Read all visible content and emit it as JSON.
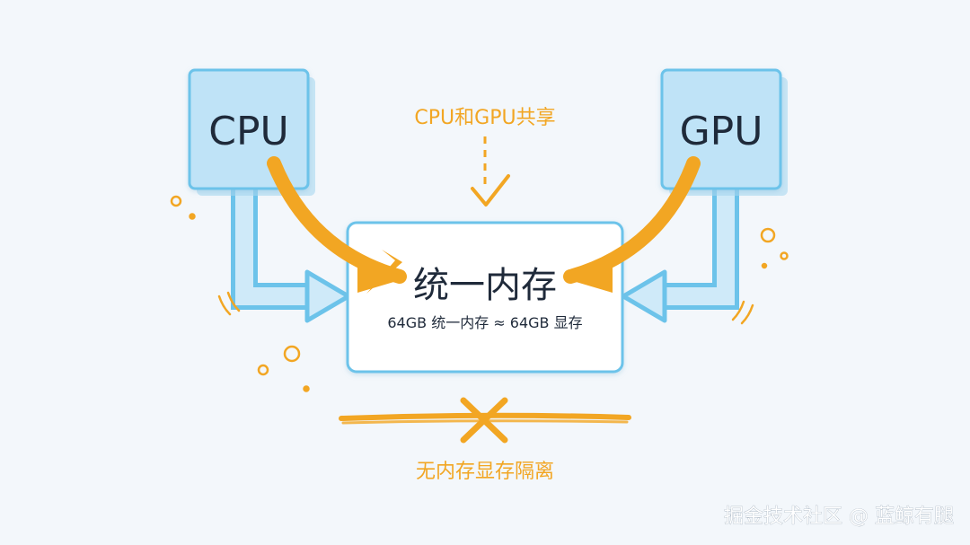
{
  "colors": {
    "background": "#f3f7fb",
    "chip_fill": "#bfe3f7",
    "chip_stroke": "#6cc3ea",
    "accent_orange": "#f2a623",
    "text_dark": "#1f2a3a",
    "memory_box_fill": "#ffffff",
    "watermark": "#ffffff"
  },
  "diagram": {
    "cpu_label": "CPU",
    "gpu_label": "GPU",
    "shared_note": "CPU和GPU共享",
    "memory_title": "统一内存",
    "memory_subtitle": "64GB 统一内存 ≈ 64GB 显存",
    "no_isolation_note": "无内存显存隔离"
  },
  "watermark": {
    "text": "掘金技术社区 @ 蓝鲸有腿"
  }
}
